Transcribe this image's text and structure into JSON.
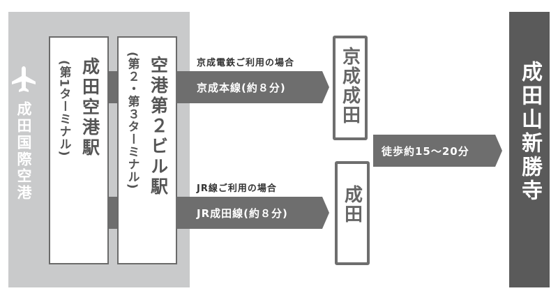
{
  "airport": {
    "name": "成田国際空港",
    "icon": "airplane-icon"
  },
  "terminal1": {
    "name": "成田空港駅",
    "sub": "(第1ターミナル)"
  },
  "terminal2": {
    "name": "空港第２ビル駅",
    "sub": "(第２・第３ターミナル)"
  },
  "routes": [
    {
      "caption": "京成電鉄ご利用の場合",
      "line": "京成本線(約８分)",
      "station": "京成成田"
    },
    {
      "caption": "JR線ご利用の場合",
      "line": "JR成田線(約８分)",
      "station": "成田"
    }
  ],
  "walk": "徒歩約15〜20分",
  "destination": "成田山新勝寺",
  "colors": {
    "panel": "#c9cacb",
    "arrow": "#6e6e6e",
    "destination": "#5a5a5a"
  }
}
